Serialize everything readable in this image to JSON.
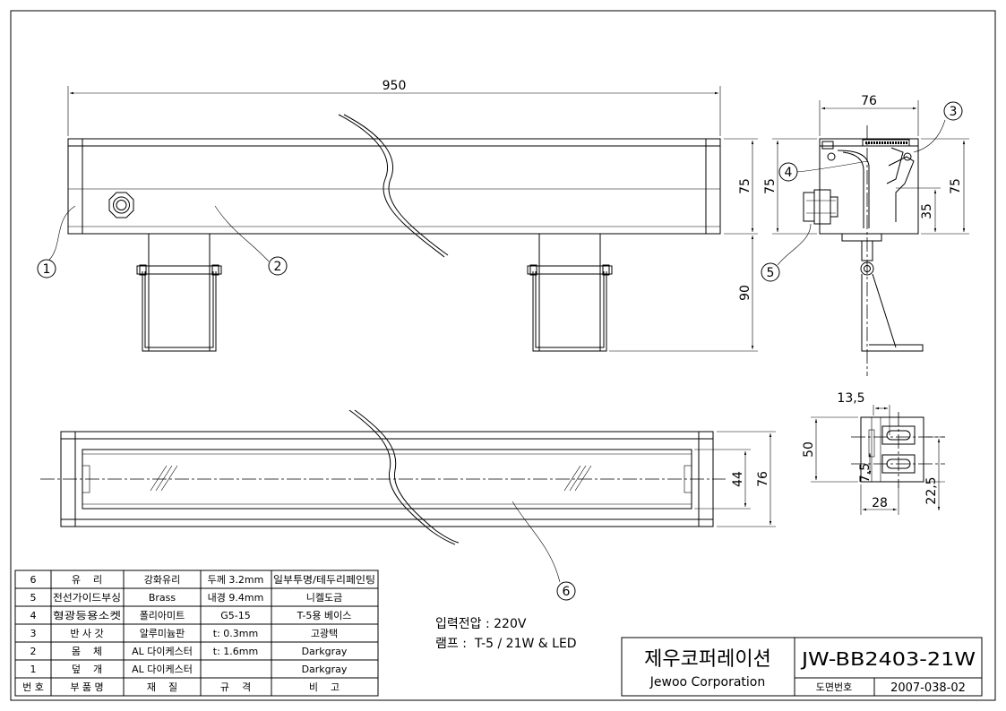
{
  "dimensions": {
    "overall_length": "950",
    "body_height_front": "75",
    "bracket_height": "90",
    "side_width": "76",
    "side_height_left": "75",
    "side_height_right": "75",
    "side_inner_height": "35",
    "top_width": "76",
    "top_glass_width": "44",
    "bracket_slot_offset": "13,5",
    "bracket_height_50": "50",
    "bracket_slot_spacing": "7,5",
    "bracket_total": "22,5",
    "bracket_width": "28"
  },
  "callouts": [
    "1",
    "2",
    "3",
    "4",
    "5",
    "6"
  ],
  "parts_list": {
    "rows": [
      {
        "no": "6",
        "name": "유    리",
        "material": "강화유리",
        "spec": "두께 3.2mm",
        "note": "일부투명/테두리페인팅"
      },
      {
        "no": "5",
        "name": "전선가이드부싱",
        "material": "Brass",
        "spec": "내경 9.4mm",
        "note": "니켈도금"
      },
      {
        "no": "4",
        "name": "형광등용소켓",
        "material": "폴리아미트",
        "spec": "G5-15",
        "note": "T-5용 베이스"
      },
      {
        "no": "3",
        "name": "반 사 갓",
        "material": "알루미늄판",
        "spec": "t: 0.3mm",
        "note": "고광택"
      },
      {
        "no": "2",
        "name": "몸    체",
        "material": "AL 다이케스터",
        "spec": "t: 1.6mm",
        "note": "Darkgray"
      },
      {
        "no": "1",
        "name": "덮    개",
        "material": "AL 다이케스터",
        "spec": "",
        "note": "Darkgray"
      }
    ],
    "header": {
      "no": "번 호",
      "name": "부 품 명",
      "material": "재    질",
      "spec": "규    격",
      "note": "비    고"
    }
  },
  "notes": {
    "voltage": "입력전압 : 220V",
    "lamp": "램프 :  T-5 / 21W & LED"
  },
  "title_block": {
    "company_kr": "제우코퍼레이션",
    "company_en": "Jewoo Corporation",
    "model": "JW-BB2403-21W",
    "drawing_no_label": "도면번호",
    "drawing_no": "2007-038-02"
  }
}
